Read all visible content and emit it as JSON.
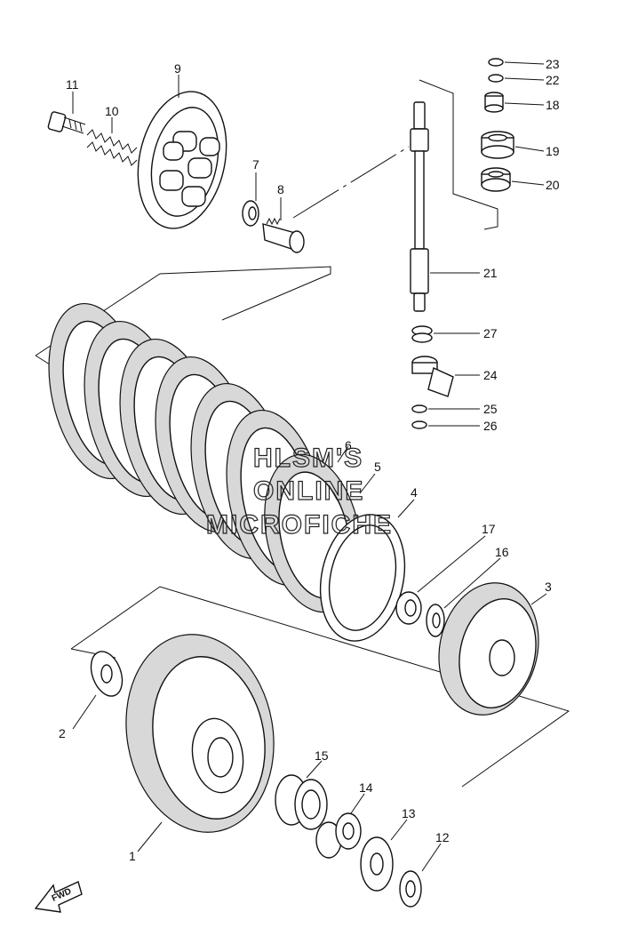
{
  "labels": [
    {
      "id": "1",
      "text": "1"
    },
    {
      "id": "2",
      "text": "2"
    },
    {
      "id": "3",
      "text": "3"
    },
    {
      "id": "4",
      "text": "4"
    },
    {
      "id": "5",
      "text": "5"
    },
    {
      "id": "6",
      "text": "6"
    },
    {
      "id": "7",
      "text": "7"
    },
    {
      "id": "8",
      "text": "8"
    },
    {
      "id": "9",
      "text": "9"
    },
    {
      "id": "10",
      "text": "10"
    },
    {
      "id": "11",
      "text": "11"
    },
    {
      "id": "12",
      "text": "12"
    },
    {
      "id": "13",
      "text": "13"
    },
    {
      "id": "14",
      "text": "14"
    },
    {
      "id": "15",
      "text": "15"
    },
    {
      "id": "16",
      "text": "16"
    },
    {
      "id": "17",
      "text": "17"
    },
    {
      "id": "18",
      "text": "18"
    },
    {
      "id": "19",
      "text": "19"
    },
    {
      "id": "20",
      "text": "20"
    },
    {
      "id": "21",
      "text": "21"
    },
    {
      "id": "22",
      "text": "22"
    },
    {
      "id": "23",
      "text": "23"
    },
    {
      "id": "24",
      "text": "24"
    },
    {
      "id": "25",
      "text": "25"
    },
    {
      "id": "26",
      "text": "26"
    },
    {
      "id": "27",
      "text": "27"
    }
  ],
  "watermark": {
    "line1": "HLSM'S",
    "line2": "ONLINE",
    "line3": "MICROFICHE"
  },
  "fwd_label": "FWD"
}
